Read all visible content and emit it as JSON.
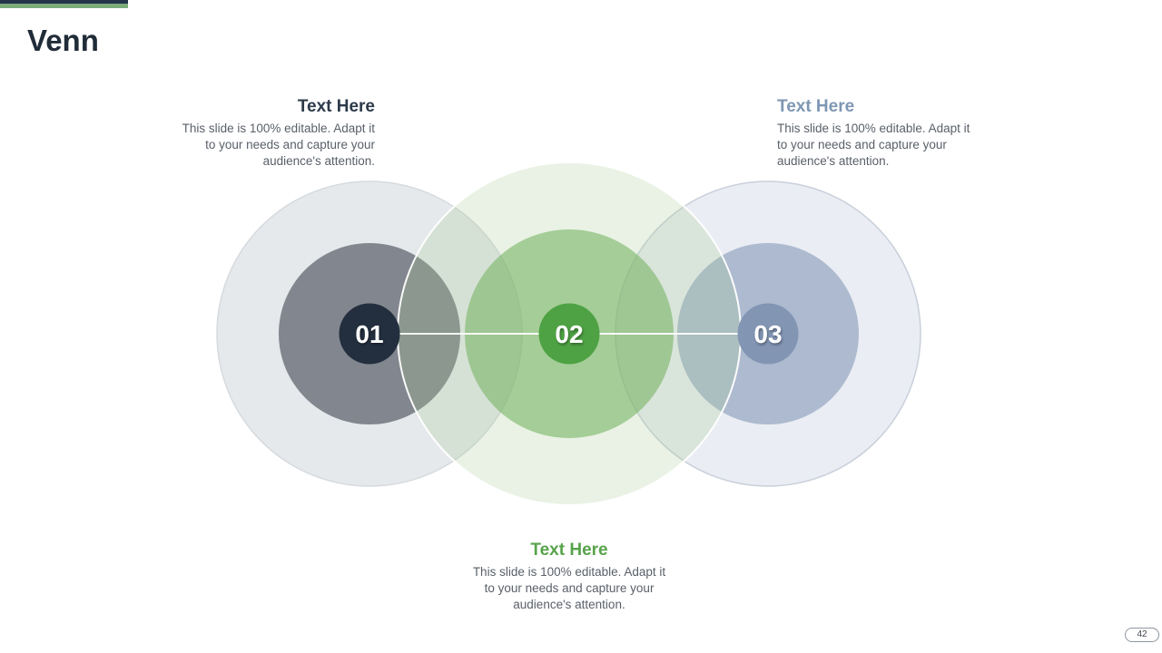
{
  "slide": {
    "title": "Venn",
    "page_number": "42",
    "top_bar_colors": {
      "navy": "#22334a",
      "green": "#7aab79"
    },
    "background": "#ffffff"
  },
  "text_blocks": {
    "left": {
      "heading": "Text Here",
      "heading_color": "#2d3a49",
      "lines": [
        "This slide is 100% editable. Adapt it",
        "to your needs and capture your",
        "audience's attention."
      ]
    },
    "right": {
      "heading": "Text Here",
      "heading_color": "#7e97b3",
      "lines": [
        "This slide is 100% editable. Adapt it",
        "to your needs and capture your",
        "audience's attention."
      ]
    },
    "bottom": {
      "heading": "Text Here",
      "heading_color": "#57a34a",
      "lines": [
        "This slide is 100% editable. Adapt it",
        "to your needs and capture your",
        "audience's attention."
      ]
    }
  },
  "venn": {
    "body_text_color": "#5a6069",
    "connector_color": "#ffffff",
    "number_text_color": "#ffffff",
    "groups": [
      {
        "number": "01",
        "outer_fill": "#9aa6b4",
        "middle_fill": "#5c606a",
        "inner_fill": "#232e3e"
      },
      {
        "number": "02",
        "outer_fill": "#a9cc95",
        "middle_fill": "#78b464",
        "inner_fill": "#4ea244"
      },
      {
        "number": "03",
        "outer_fill": "#b0bdd2",
        "middle_fill": "#8498b7",
        "inner_fill": "#8295b3"
      }
    ]
  }
}
